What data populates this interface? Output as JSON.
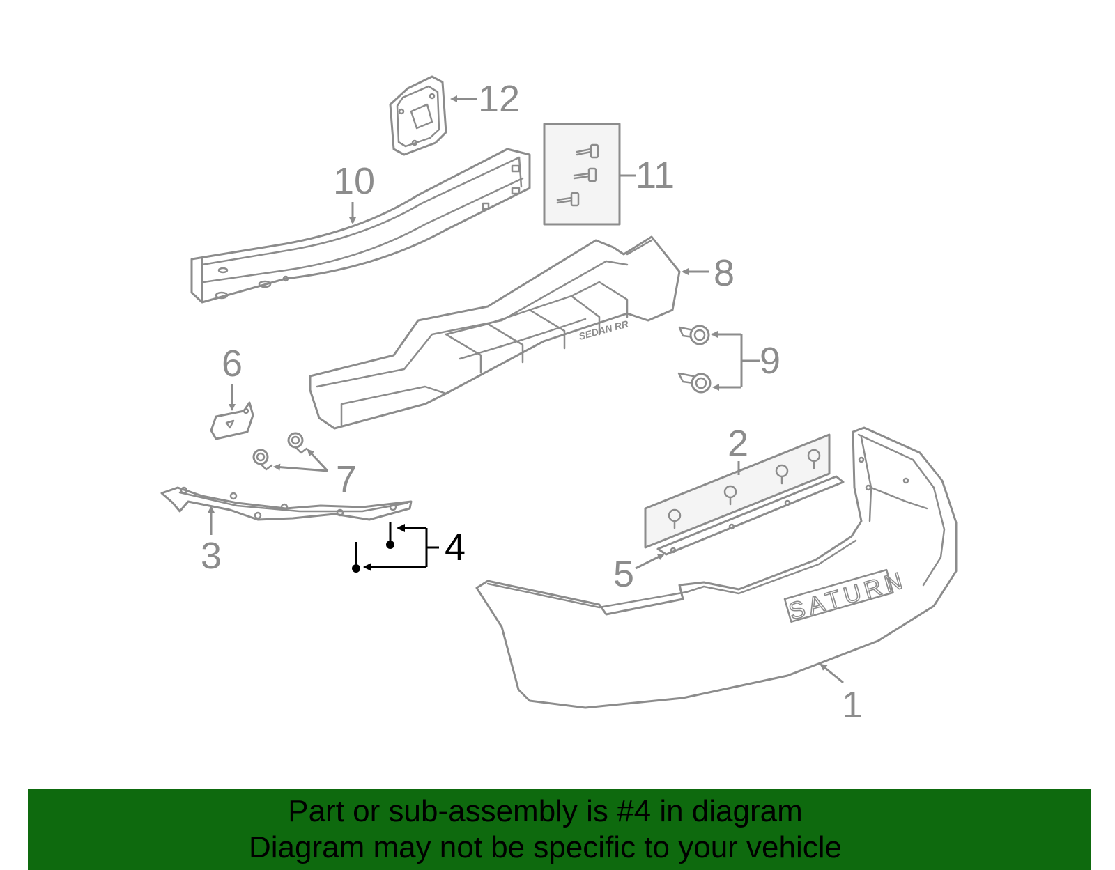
{
  "callouts": {
    "c1": "1",
    "c2": "2",
    "c3": "3",
    "c4": "4",
    "c5": "5",
    "c6": "6",
    "c7": "7",
    "c8": "8",
    "c9": "9",
    "c10": "10",
    "c11": "11",
    "c12": "12"
  },
  "highlighted_part": "4",
  "part_stamps": {
    "absorber": "SEDAN RR",
    "fascia_emblem": "SATURN"
  },
  "footer": {
    "line1": "Part or sub-assembly is #4 in diagram",
    "line2": "Diagram may not be specific to your vehicle"
  },
  "colors": {
    "footer_bg": "#0e6a0e",
    "part_stroke": "#8c8c8c",
    "highlight": "#000000"
  }
}
